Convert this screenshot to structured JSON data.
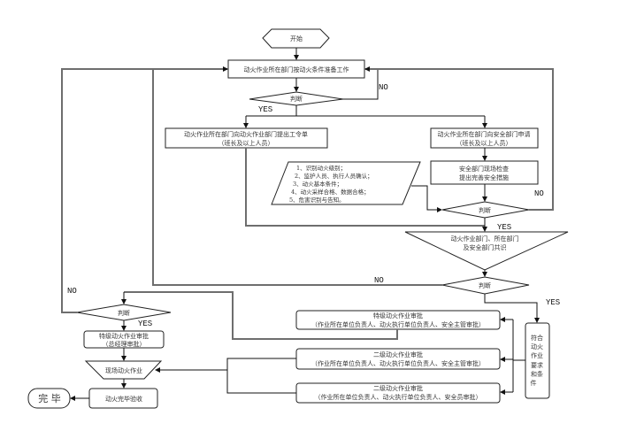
{
  "diagram": {
    "start": "开始",
    "prep": "动火作业所在部门按动火条件准备工作",
    "judge": "判断",
    "yes": "YES",
    "no": "NO",
    "request_work_dept": [
      "动火作业所在部门向动火作业部门提出工令单",
      "（班长及以上人员）"
    ],
    "request_safety_dept": [
      "动火作业所在部门向安全部门申请",
      "（班长及以上人员）"
    ],
    "safety_check": [
      "安全部门现场检查",
      "提出完善安全措施"
    ],
    "checklist": [
      "1、识别动火级别；",
      "2、监护人员、执行人员确认；",
      "3、动火基本条件；",
      "4、动火采样合格、数据合格；",
      "5、危害识别与告知。"
    ],
    "consensus": [
      "动火作业部门、所在部门",
      "及安全部门共识"
    ],
    "compliance": [
      "符合",
      "动火",
      "作业",
      "要求",
      "和条",
      "件"
    ],
    "approvals": [
      {
        "title": "特级动火作业审批",
        "approvers": "（作业所在单位负责人、动火执行单位负责人、安全主管审批）"
      },
      {
        "title": "二级动火作业审批",
        "approvers": "（作业所在单位负责人、动火执行单位负责人、安全主管审批）"
      },
      {
        "title": "二级动火作业审批",
        "approvers": "（作业所在单位负责人、动火执行单位负责人、安全员审批）"
      }
    ],
    "special_gm_approval": [
      "特级动火作业审批",
      "（总经理审批）"
    ],
    "onsite_work": "现场动火作业",
    "acceptance": "动火完毕验收",
    "end": "完 毕"
  }
}
